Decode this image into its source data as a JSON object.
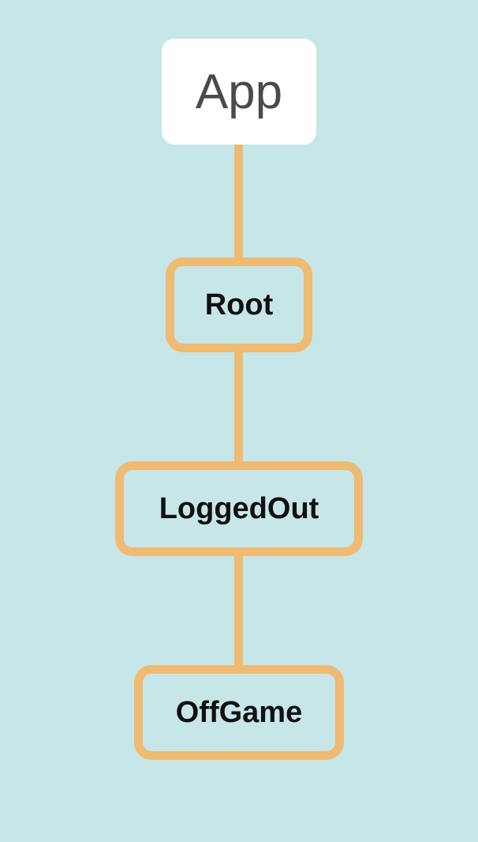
{
  "diagram": {
    "nodes": [
      {
        "id": "app",
        "label": "App"
      },
      {
        "id": "root",
        "label": "Root"
      },
      {
        "id": "loggedout",
        "label": "LoggedOut"
      },
      {
        "id": "offgame",
        "label": "OffGame"
      }
    ],
    "edges": [
      {
        "from": "app",
        "to": "root"
      },
      {
        "from": "root",
        "to": "loggedout"
      },
      {
        "from": "loggedout",
        "to": "offgame"
      }
    ]
  },
  "colors": {
    "background": "#c7e6e8",
    "connector": "#efba72",
    "outline": "#efba72",
    "app_box": "#ffffff"
  }
}
